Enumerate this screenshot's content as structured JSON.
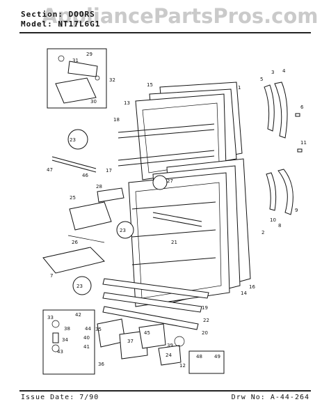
{
  "watermark": "AppliancePartsPros.com",
  "header": {
    "section_line": "Section: DOORS",
    "model_line": "Model: NT17L6G1"
  },
  "footer": {
    "issue_date": "Issue Date: 7/90",
    "drawing_no": "Drw No: A-44-264"
  },
  "callouts": [
    "1",
    "2",
    "3",
    "4",
    "5",
    "6",
    "7",
    "8",
    "9",
    "10",
    "11",
    "12",
    "13",
    "14",
    "15",
    "16",
    "17",
    "18",
    "19",
    "20",
    "21",
    "22",
    "23",
    "24",
    "25",
    "26",
    "27",
    "28",
    "29",
    "30",
    "31",
    "32",
    "33",
    "34",
    "35",
    "36",
    "37",
    "38",
    "39",
    "40",
    "41",
    "42",
    "43",
    "44",
    "45",
    "46",
    "47",
    "48",
    "49"
  ]
}
